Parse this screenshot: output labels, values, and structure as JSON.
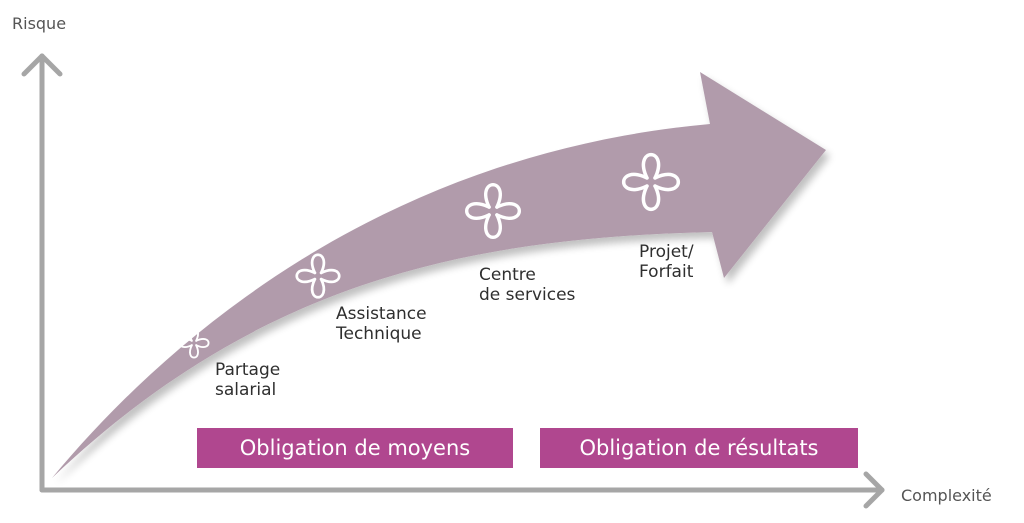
{
  "axes": {
    "y_label": "Risque",
    "x_label": "Complexité",
    "axis_color": "#a6a6a6"
  },
  "arrow": {
    "color": "#b19bab"
  },
  "stages": [
    {
      "line1": "Partage",
      "line2": "salarial",
      "icon": "four-petal-flower-icon"
    },
    {
      "line1": "Assistance",
      "line2": "Technique",
      "icon": "four-petal-flower-icon"
    },
    {
      "line1": "Centre",
      "line2": "de services",
      "icon": "four-petal-flower-icon"
    },
    {
      "line1": "Projet/",
      "line2": "Forfait",
      "icon": "four-petal-flower-icon"
    }
  ],
  "obligations": {
    "moyens": "Obligation de moyens",
    "resultats": "Obligation de résultats",
    "color": "#b0478f"
  }
}
